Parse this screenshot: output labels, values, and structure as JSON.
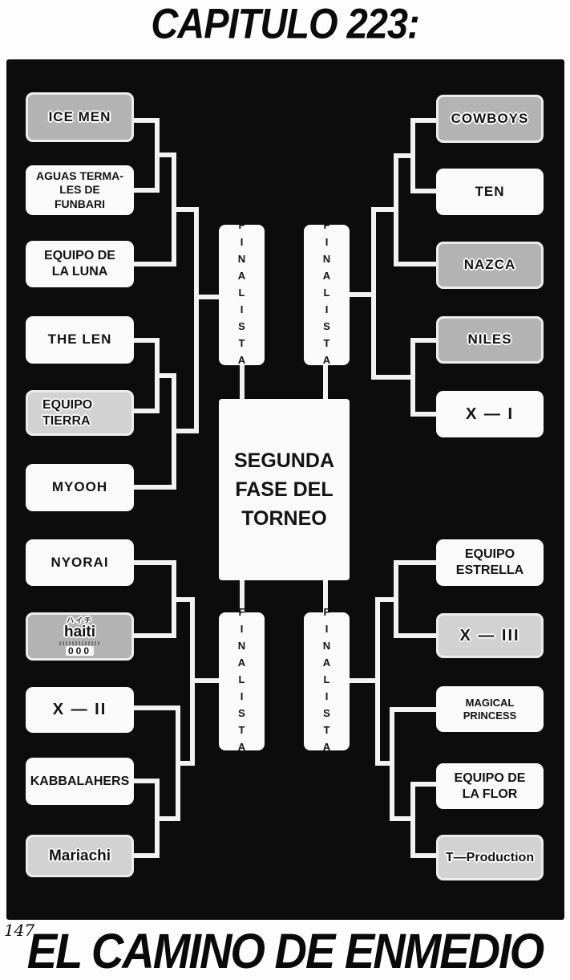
{
  "page": {
    "header_title": "CAPITULO 223:",
    "page_number": "147",
    "footer_title": "EL CAMINO DE ENMEDIO"
  },
  "bracket": {
    "center_box_label": "SEGUNDA\nFASE DEL\nTORNEO",
    "finalista_label": "FINALISTA",
    "teams": {
      "left": [
        {
          "label": "ICE MEN",
          "shaded": true
        },
        {
          "label": "AGUAS TERMA-\nLES DE\nFUNBARI",
          "shaded": false
        },
        {
          "label": "EQUIPO DE\nLA LUNA",
          "shaded": false
        },
        {
          "label": "THE LEN",
          "shaded": false
        },
        {
          "label": "EQUIPO\nTIERRA",
          "shaded": true
        },
        {
          "label": "MYOOH",
          "shaded": false
        },
        {
          "label": "NYORAI",
          "shaded": false
        },
        {
          "label": "haiti",
          "shaded": true,
          "emblem_top": "ハイチ",
          "emblem_number": "000"
        },
        {
          "label": "X — II",
          "shaded": false
        },
        {
          "label": "KABBALAHERS",
          "shaded": false
        },
        {
          "label": "Mariachi",
          "shaded": true
        }
      ],
      "right": [
        {
          "label": "COWBOYS",
          "shaded": true
        },
        {
          "label": "TEN",
          "shaded": false
        },
        {
          "label": "NAZCA",
          "shaded": true
        },
        {
          "label": "NILES",
          "shaded": true
        },
        {
          "label": "X — I",
          "shaded": false
        },
        {
          "label": "EQUIPO\nESTRELLA",
          "shaded": false
        },
        {
          "label": "X — III",
          "shaded": true
        },
        {
          "label": "MAGICAL PRINCESS",
          "shaded": false
        },
        {
          "label": "EQUIPO DE\nLA FLOR",
          "shaded": false
        },
        {
          "label": "T—Production",
          "shaded": true
        }
      ]
    }
  },
  "colors": {
    "panel_bg": "#0c0c0c",
    "box_white": "#fafafa",
    "box_gray": "#b3b3b3",
    "box_lightgray": "#d2d2d2",
    "connector": "#f2f2f2",
    "text": "#131313"
  }
}
